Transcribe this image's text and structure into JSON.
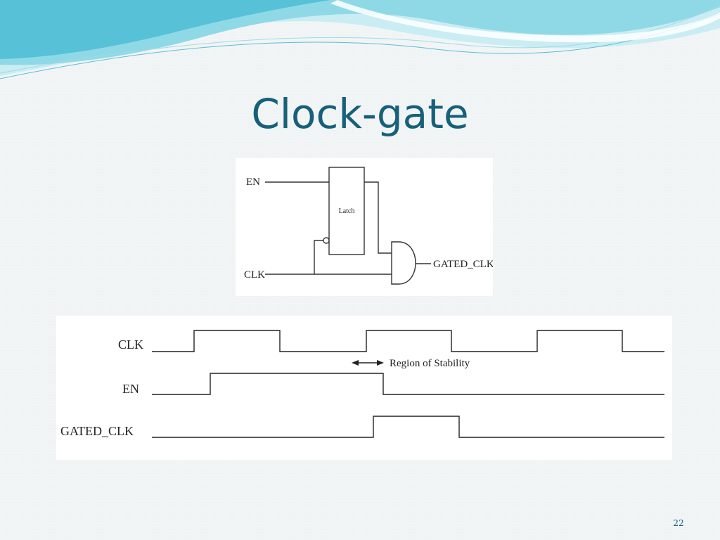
{
  "slide": {
    "title": "Clock-gate",
    "page_number": "22"
  },
  "circuit": {
    "input_en": "EN",
    "input_clk": "CLK",
    "latch_label": "Latch",
    "output_label": "GATED_CLK"
  },
  "timing": {
    "signal_clk": "CLK",
    "signal_en": "EN",
    "signal_gated": "GATED_CLK",
    "annotation": "Region of Stability"
  },
  "colors": {
    "title": "#17607a",
    "wave_light": "#bfe9f0",
    "wave_mid": "#7fd3e3",
    "wave_dark": "#3fb6cf"
  }
}
